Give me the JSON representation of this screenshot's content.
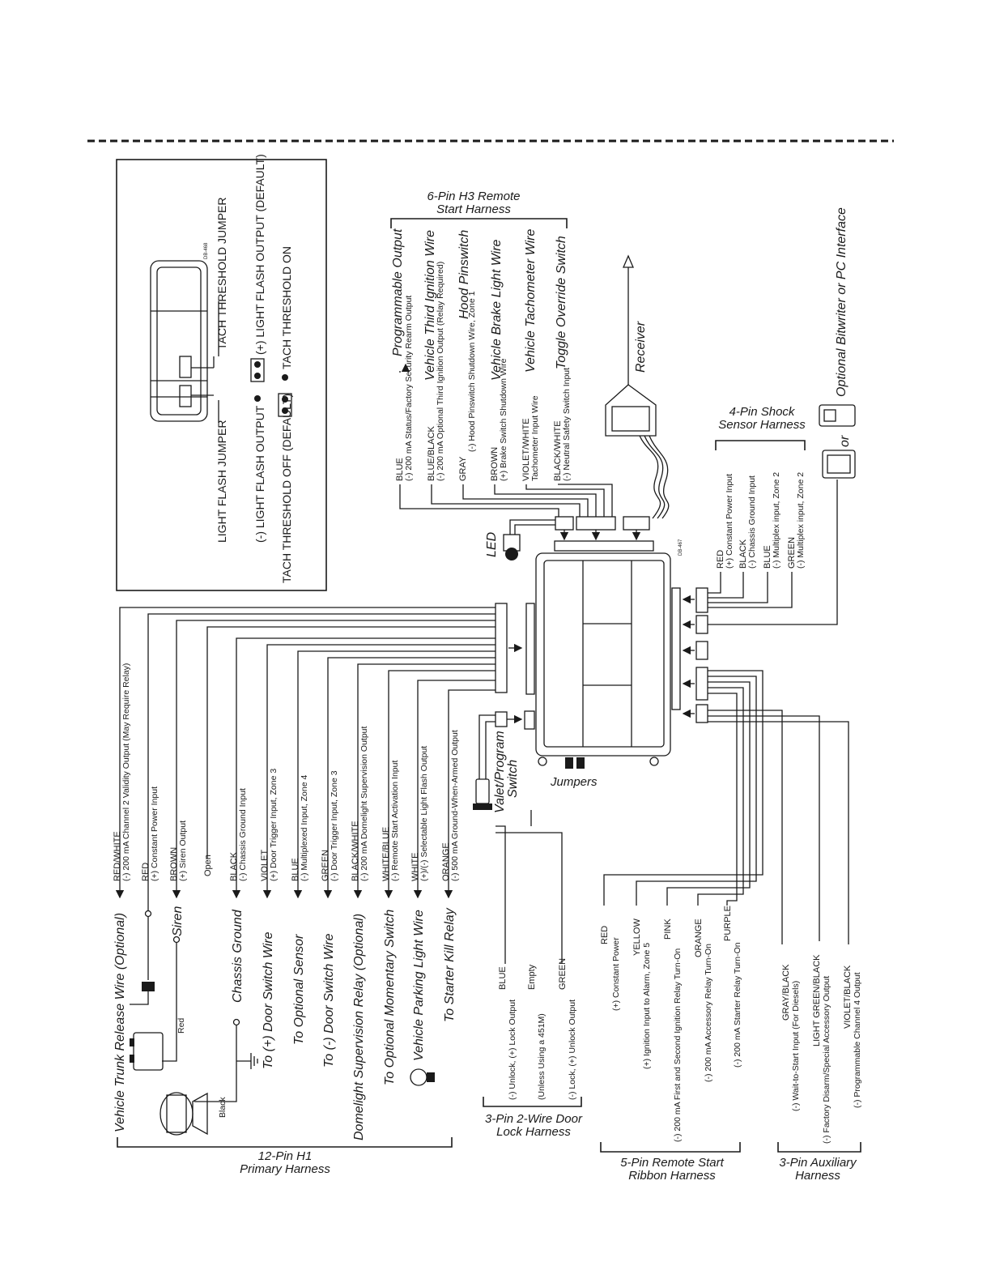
{
  "inset": {
    "light_flash_jumper": "LIGHT FLASH JUMPER",
    "tach_threshold_jumper": "TACH THRESHOLD JUMPER",
    "neg_light_flash": "(-) LIGHT FLASH OUTPUT",
    "pos_light_flash": "(+) LIGHT FLASH OUTPUT (DEFAULT)",
    "tach_off": "TACH THRESHOLD OFF (DEFAULT)",
    "tach_on": "TACH THRESHOLD ON",
    "drawing_id": "DB-468"
  },
  "brain_id": "DB-467",
  "h3": {
    "title_line1": "6-Pin H3 Remote",
    "title_line2": "Start Harness",
    "wires": [
      {
        "color": "BLUE",
        "desc": "(-) 200 mA Status/Factory Security Rearm Output",
        "dest": "Programmable Output"
      },
      {
        "color": "BLUE/BLACK",
        "desc": "(-) 200 mA Optional Third Ignition Output (Relay Required)",
        "dest": "Vehicle Third Ignition Wire"
      },
      {
        "color": "GRAY",
        "desc": "(-) Hood Pinswitch Shutdown Wire, Zone 1",
        "dest": "Hood Pinswitch"
      },
      {
        "color": "BROWN",
        "desc": "(+) Brake Switch Shutdown Wire",
        "dest": "Vehicle Brake Light Wire"
      },
      {
        "color": "VIOLET/WHITE",
        "desc": "Tachometer Input Wire",
        "dest": "Vehicle Tachometer Wire"
      },
      {
        "color": "BLACK/WHITE",
        "desc": "(-) Neutral Safety Switch Input",
        "dest": "Toggle Override Switch"
      }
    ]
  },
  "receiver": "Receiver",
  "led": "LED",
  "valet": {
    "line1": "Valet/Program",
    "line2": "Switch"
  },
  "jumpers": "Jumpers",
  "bitwriter": {
    "text": "Optional Bitwriter or PC Interface",
    "or": "or"
  },
  "shock": {
    "title_line1": "4-Pin Shock",
    "title_line2": "Sensor Harness",
    "wires": [
      {
        "color": "RED",
        "desc": "(+) Constant Power Input"
      },
      {
        "color": "BLACK",
        "desc": "(-) Chassis Ground Input"
      },
      {
        "color": "BLUE",
        "desc": "(-) Multiplex input, Zone 2"
      },
      {
        "color": "GREEN",
        "desc": "(-) Multiplex input, Zone 2"
      }
    ]
  },
  "h1": {
    "title_line1": "12-Pin H1",
    "title_line2": "Primary Harness",
    "wires": [
      {
        "color": "RED/WHITE",
        "desc": "(-) 200 mA Channel 2 Validity Output (May Require Relay)",
        "dest": "Vehicle Trunk Release Wire (Optional)"
      },
      {
        "color": "RED",
        "desc": "(+) Constant Power Input",
        "dest": ""
      },
      {
        "color": "BROWN",
        "desc": "(+) Siren Output",
        "dest": "Siren"
      },
      {
        "color": "Open",
        "desc": "",
        "dest": ""
      },
      {
        "color": "BLACK",
        "desc": "(-) Chassis Ground Input",
        "dest": "Chassis Ground"
      },
      {
        "color": "VIOLET",
        "desc": "(+) Door Trigger Input, Zone 3",
        "dest": "To (+) Door Switch Wire"
      },
      {
        "color": "BLUE",
        "desc": "(-) Multiplexed Input, Zone 4",
        "dest": "To Optional Sensor"
      },
      {
        "color": "GREEN",
        "desc": "(-) Door Trigger Input, Zone 3",
        "dest": "To (-) Door Switch Wire"
      },
      {
        "color": "BLACK/WHITE",
        "desc": "(-) 200 mA Domelight Supervision Output",
        "dest": "Domelight Supervision Relay (Optional)"
      },
      {
        "color": "WHITE/BLUE",
        "desc": "(-) Remote Start Activation Input",
        "dest": "To Optional Momentary Switch"
      },
      {
        "color": "WHITE",
        "desc": "(+)/(-) Selectable Light Flash Output",
        "dest": "Vehicle Parking Light Wire"
      },
      {
        "color": "ORANGE",
        "desc": "(-) 500 mA Ground-When-Armed Output",
        "dest": "To Starter Kill Relay"
      }
    ],
    "battery_red": "Red",
    "siren_black": "Black"
  },
  "doorlock": {
    "title_line1": "3-Pin 2-Wire Door",
    "title_line2": "Lock Harness",
    "wires": [
      {
        "color": "BLUE",
        "desc": "(-) Unlock, (+) Lock Output"
      },
      {
        "color": "Empty",
        "desc": "(Unless Using a 451M)"
      },
      {
        "color": "GREEN",
        "desc": "(-) Lock, (+) Unlock Output"
      }
    ]
  },
  "ribbon": {
    "title_line1": "5-Pin Remote Start",
    "title_line2": "Ribbon Harness",
    "wires": [
      {
        "color": "RED",
        "desc": "(+) Constant Power"
      },
      {
        "color": "YELLOW",
        "desc": "(+) Ignition Input to Alarm, Zone 5"
      },
      {
        "color": "PINK",
        "desc": "(-) 200 mA First and Second Ignition Relay Turn-On"
      },
      {
        "color": "ORANGE",
        "desc": "(-) 200 mA Accessory Relay Turn-On"
      },
      {
        "color": "PURPLE",
        "desc": "(-) 200 mA Starter Relay Turn-On"
      }
    ]
  },
  "aux": {
    "title_line1": "3-Pin Auxiliary",
    "title_line2": "Harness",
    "wires": [
      {
        "color": "GRAY/BLACK",
        "desc": "(-) Wait-to-Start Input (For Diesels)"
      },
      {
        "color": "LIGHT GREEN/BLACK",
        "desc": "(-) Factory Disarm/Special Accessory Output"
      },
      {
        "color": "VIOLET/BLACK",
        "desc": "(-) Programmable Channel 4 Output"
      }
    ]
  }
}
